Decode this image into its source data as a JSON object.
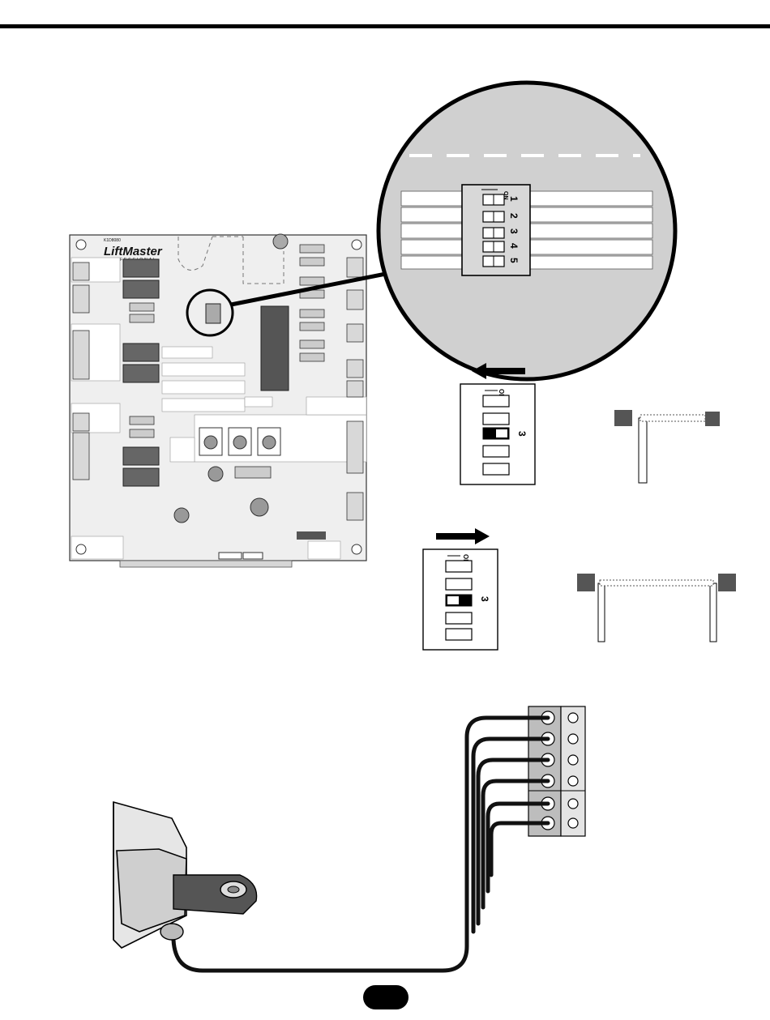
{
  "board": {
    "brand": "LiftMaster",
    "brand_sub": "PROFESSIONAL",
    "serial": "K1D8080"
  },
  "dip_switch": {
    "on_label": "ON",
    "switch_numbers": [
      "1",
      "2",
      "3",
      "4",
      "5"
    ],
    "highlight_switch": "3"
  },
  "page": {
    "number": ""
  }
}
